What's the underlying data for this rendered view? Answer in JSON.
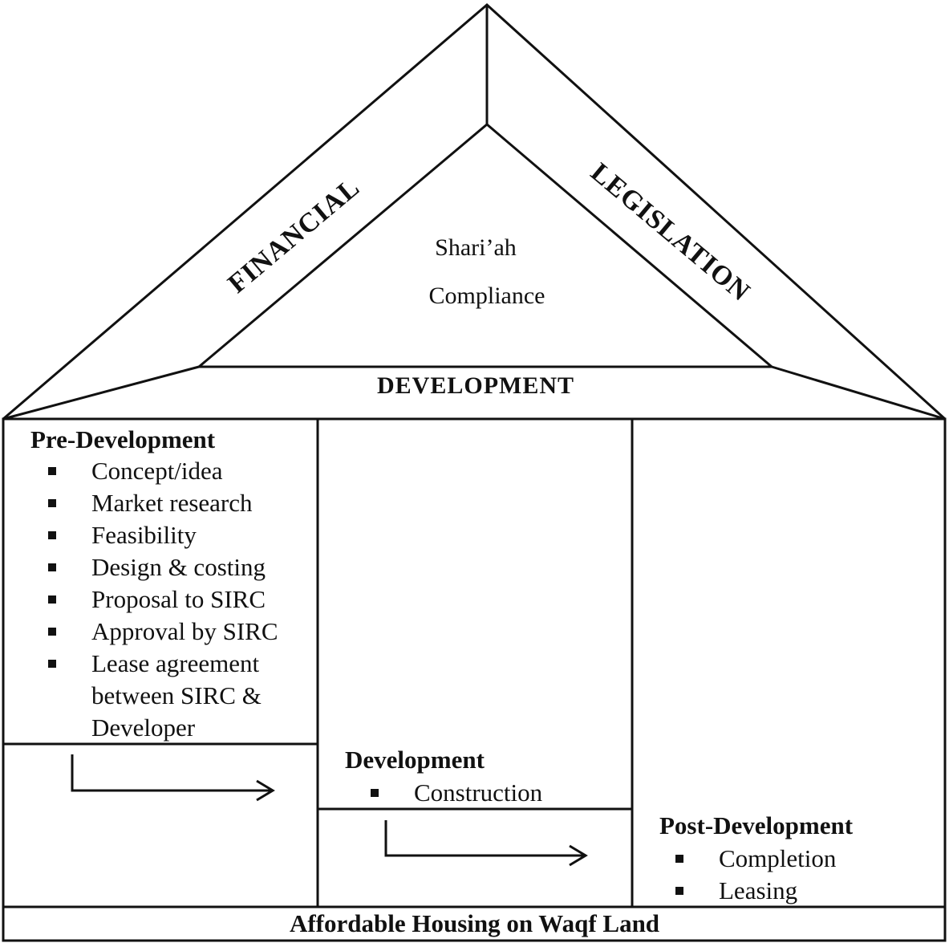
{
  "roof": {
    "left_label": "FINANCIAL",
    "right_label": "LEGISLATION",
    "center_line1": "Shari’ah",
    "center_line2": "Compliance",
    "bottom_label": "DEVELOPMENT"
  },
  "columns": {
    "pre": {
      "title": "Pre-Development",
      "items": [
        "Concept/idea",
        "Market research",
        "Feasibility",
        "Design & costing",
        "Proposal to SIRC",
        "Approval by SIRC",
        "Lease agreement"
      ],
      "item_continuation": [
        "between SIRC &",
        "Developer"
      ]
    },
    "dev": {
      "title": "Development",
      "items": [
        "Construction"
      ]
    },
    "post": {
      "title": "Post-Development",
      "items": [
        "Completion",
        "Leasing"
      ]
    }
  },
  "base": {
    "label": "Affordable Housing on Waqf Land"
  },
  "colors": {
    "line": "#111111",
    "background": "#ffffff"
  }
}
